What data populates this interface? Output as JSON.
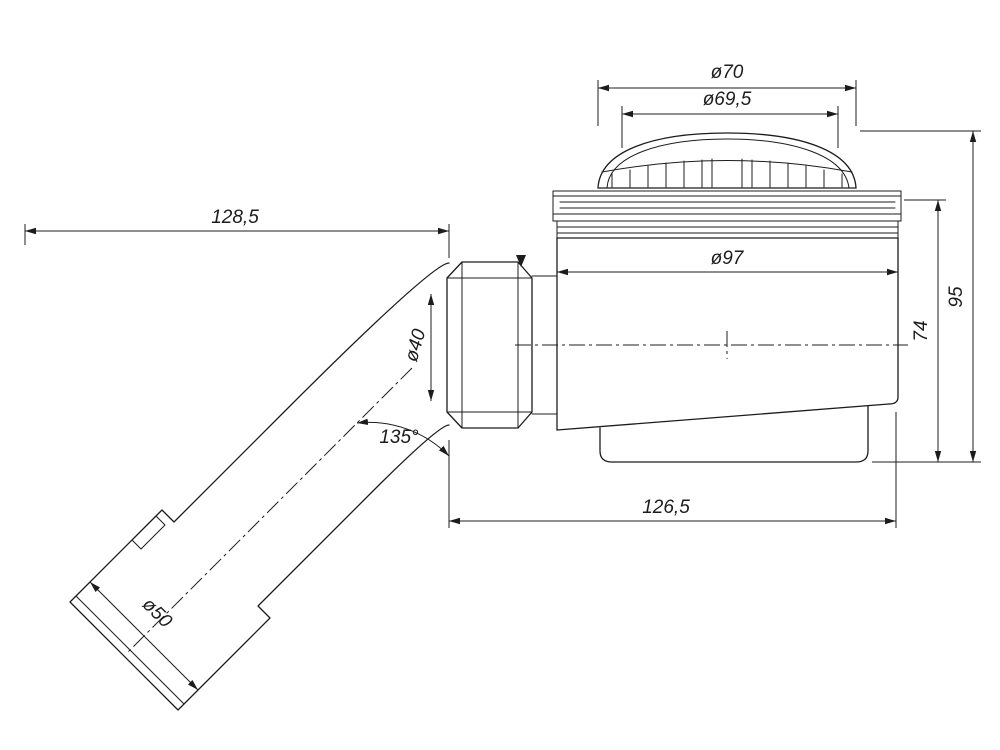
{
  "drawing": {
    "type": "technical-drawing",
    "subject": "bottle-trap-drain-with-45deg-outlet",
    "colors": {
      "line": "#1c1c1c",
      "background": "#ffffff"
    },
    "labels": {
      "dia70": "ø70",
      "dia69_5": "ø69,5",
      "dia97": "ø97",
      "dia40": "ø40",
      "dia50": "ø50",
      "len128_5": "128,5",
      "len126_5": "126,5",
      "h95": "95",
      "h74": "74",
      "angle135": "135°"
    }
  }
}
